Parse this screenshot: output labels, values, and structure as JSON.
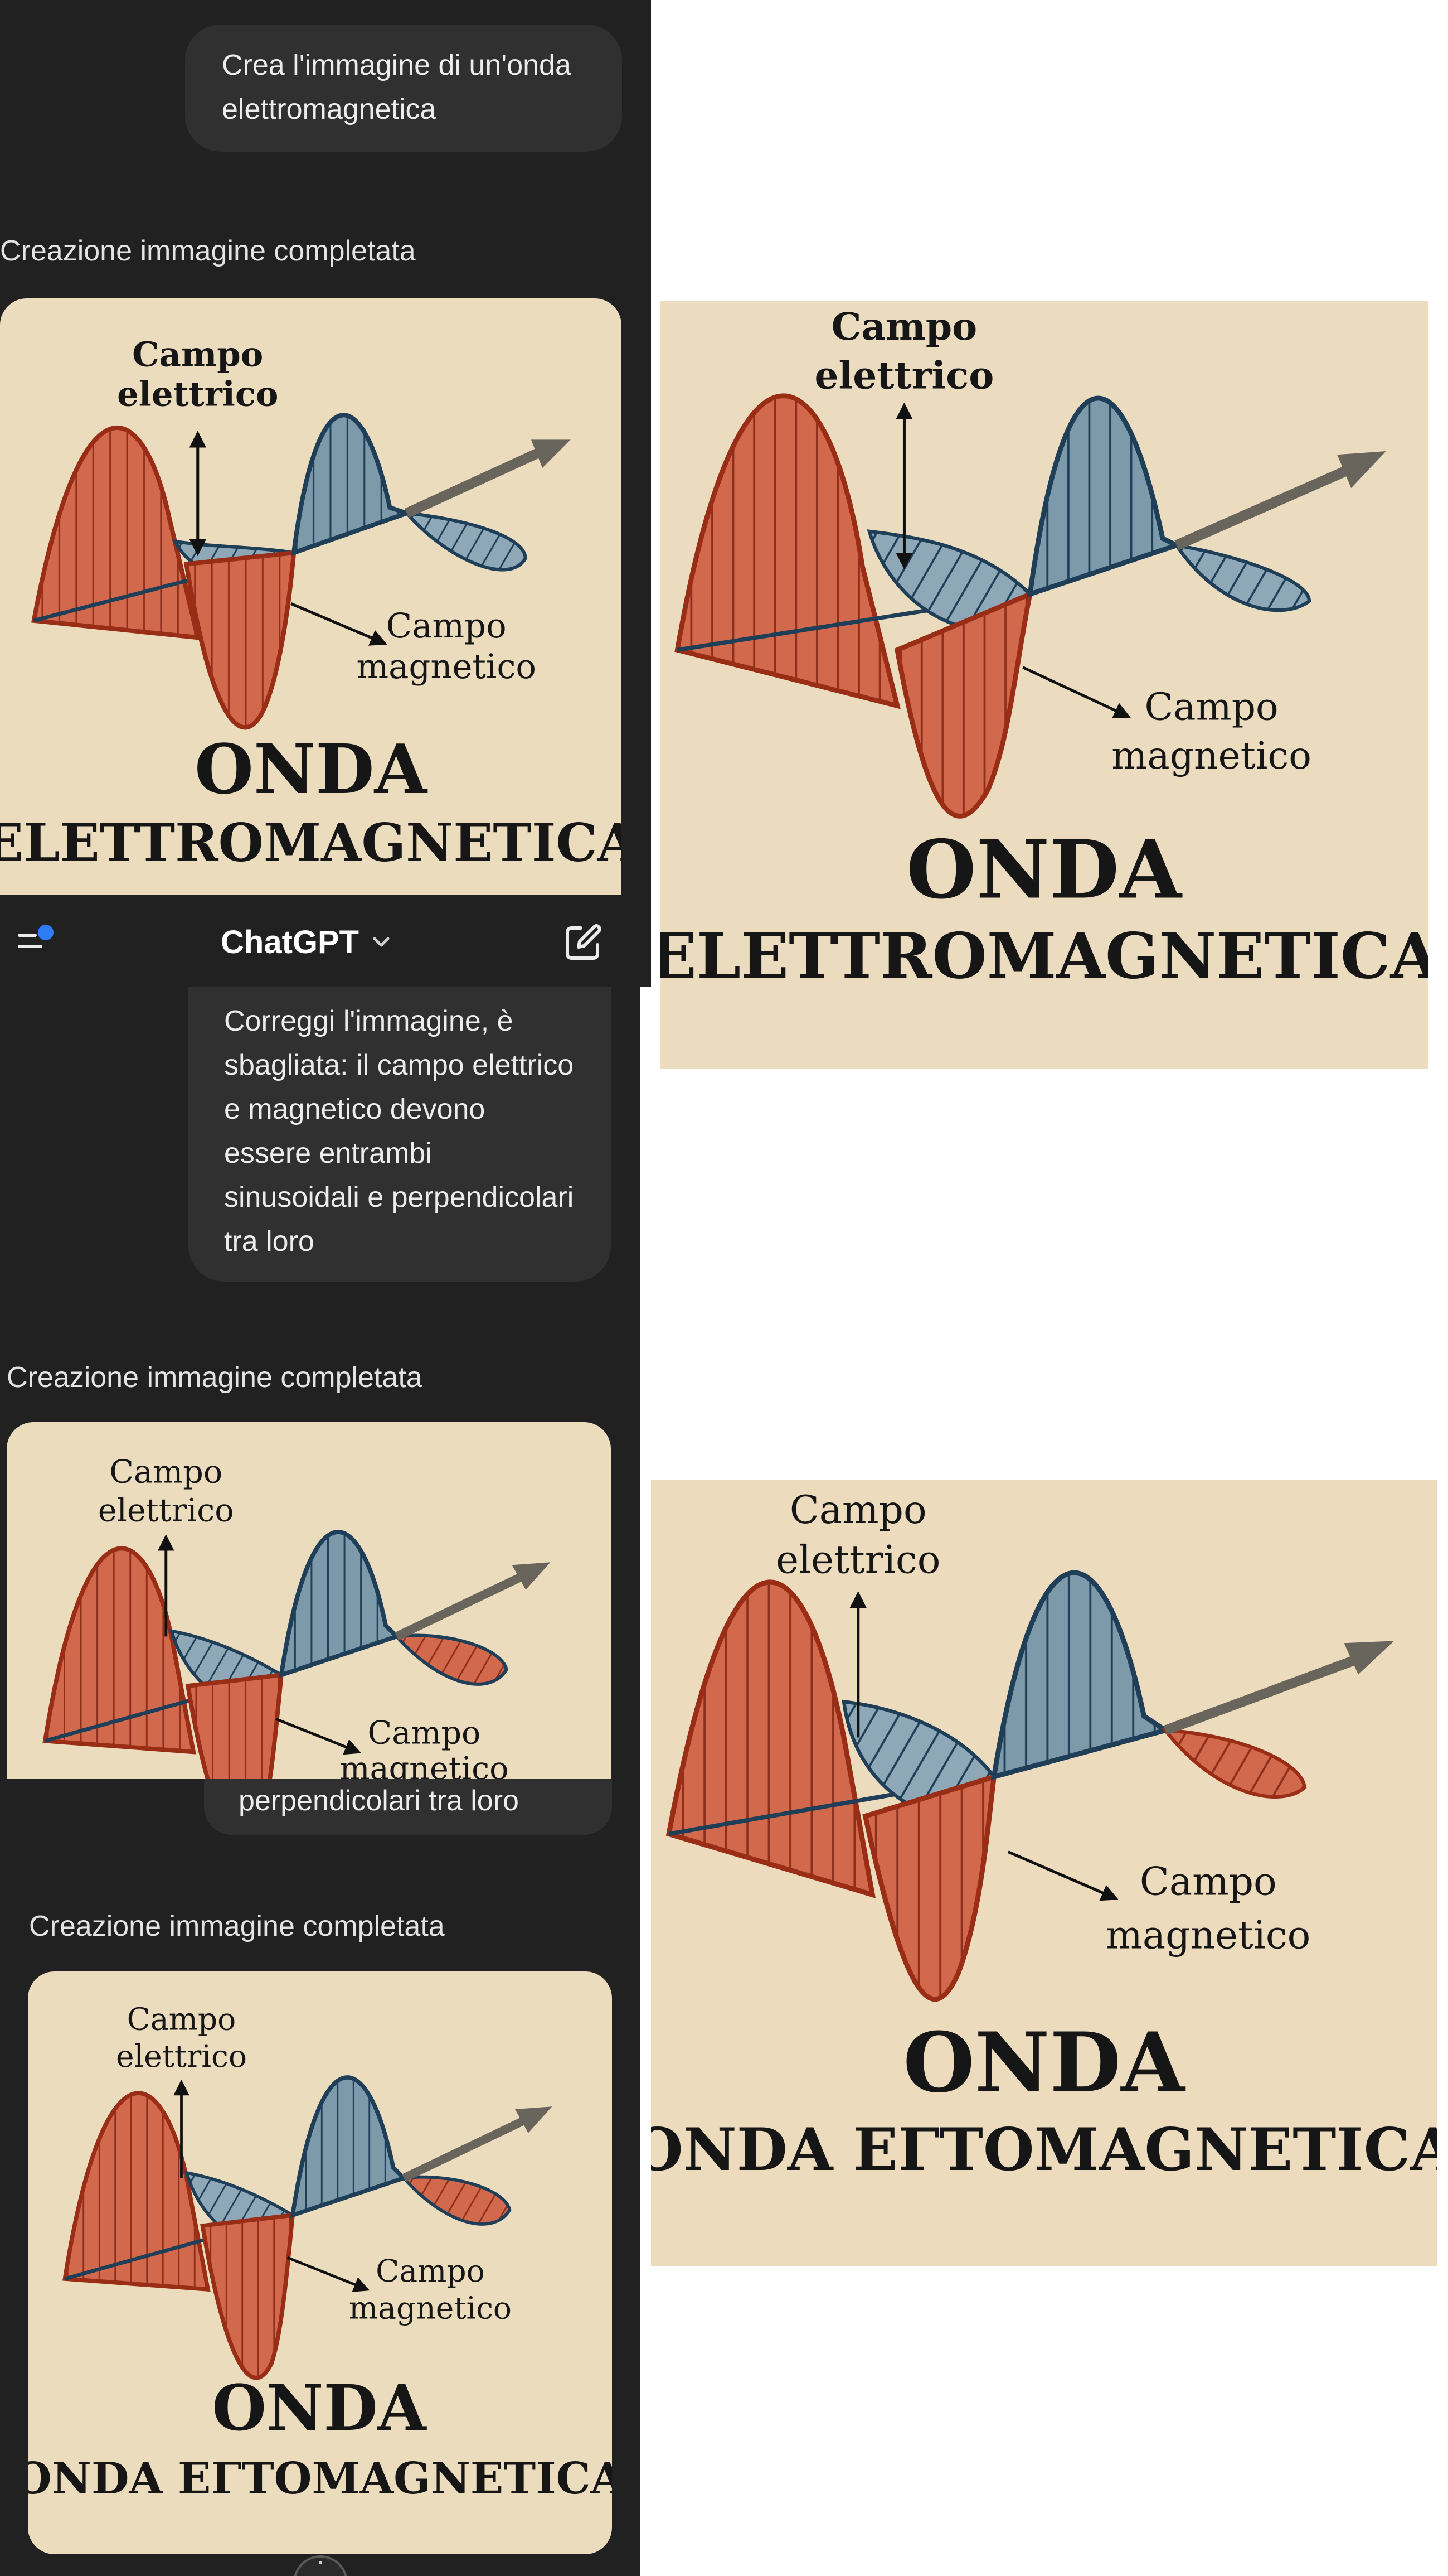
{
  "chat": {
    "app_title": "ChatGPT",
    "message_1": "Crea l'immagine di un'onda elettromagnetica",
    "message_2": "Correggi l'immagine, è sbagliata: il campo elettrico e magnetico devono essere entrambi sinusoidali e perpendicolari tra loro",
    "message_2_tail": "perpendicolari tra loro",
    "status": "Creazione immagine completata"
  },
  "image_1": {
    "label_electric": [
      "Campo",
      "elettrico"
    ],
    "label_magnetic": [
      "Campo",
      "magnetico"
    ],
    "title_line_1": "ONDA",
    "title_line_2": "ELETTROMAGNETICA"
  },
  "image_2": {
    "label_electric": [
      "Campo",
      "elettrico"
    ],
    "label_magnetic": [
      "Campo",
      "magnetico"
    ],
    "title_line_1": "ONDA",
    "title_line_2": "ONDA EΓTOMAGNETICA"
  },
  "colors": {
    "background": "#212121",
    "bubble": "#303030",
    "accent_blue": "#2f7cf6",
    "wave_red": "#d2694d",
    "wave_blue": "#7d9aab",
    "paper": "#ecdcbe"
  },
  "icons": [
    "sidebar-menu-icon",
    "chevron-down-icon",
    "new-chat-icon",
    "scroll-down-icon"
  ]
}
